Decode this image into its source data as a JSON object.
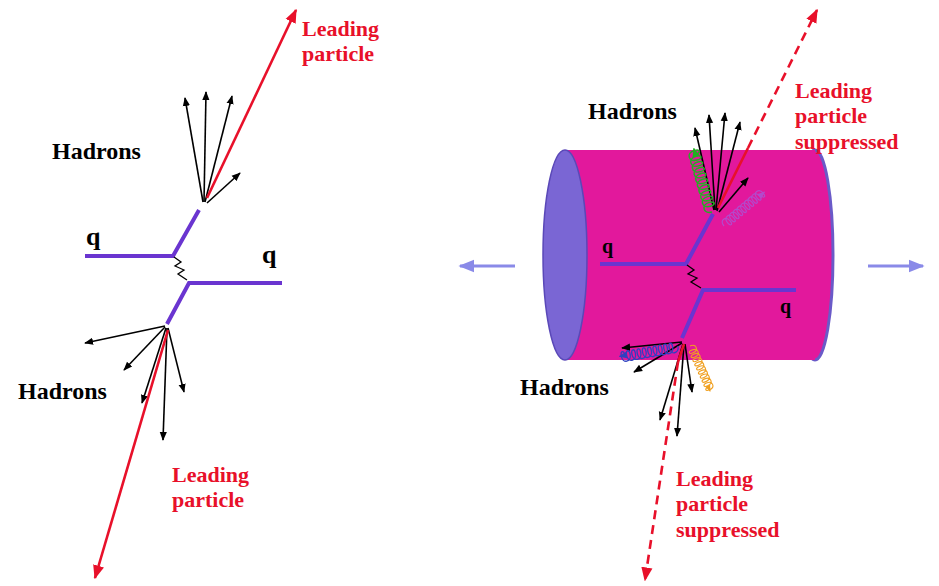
{
  "diagram": {
    "nodes": [
      {
        "text": [
          "q",
          "q"
        ]
      }
    ],
    "labels": [
      "Leading particle",
      "Hadrons",
      "q",
      "q",
      "Hadrons",
      "Leading particle",
      "Hadrons",
      "Leading particle suppressed",
      "Hadrons",
      "Leading particle suppressed"
    ]
  }
}
